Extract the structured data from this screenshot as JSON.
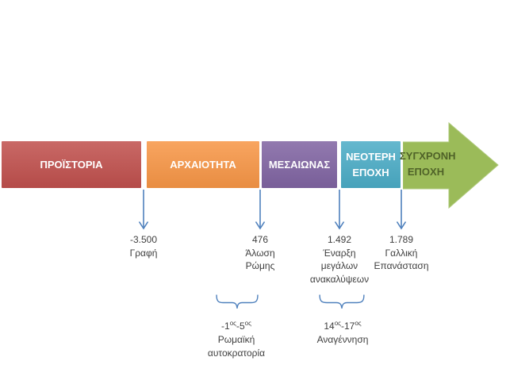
{
  "slide": {
    "background_color": "#ffffff"
  },
  "timeline": {
    "segments": [
      {
        "label": "ΠΡΟΪΣΤΟΡΙΑ",
        "color": "#C0504D",
        "text_color": "#ffffff"
      },
      {
        "label": "ΑΡΧΑΙΟΤΗΤΑ",
        "color": "#F79646",
        "text_color": "#ffffff"
      },
      {
        "label": "ΜΕΣΑΙΩΝΑΣ",
        "color": "#8064A2",
        "text_color": "#ffffff"
      },
      {
        "label": "ΝΕΟΤΕΡΗ\nΕΠΟΧΗ",
        "color": "#4BACC6",
        "text_color": "#ffffff"
      },
      {
        "label": "ΣΥΓΧΡΟΝΗ\nΕΠΟΧΗ",
        "color": "#9BBB59",
        "text_color": "#4F6228"
      }
    ]
  },
  "events": [
    {
      "text": "-3.500\nΓραφή"
    },
    {
      "text": "476\nΆλωση\nΡώμης"
    },
    {
      "text": "1.492\nΈναρξη\nμεγάλων\nανακαλύψεων"
    },
    {
      "text": "1.789\nΓαλλική\nΕπανάσταση"
    }
  ],
  "periods": [
    {
      "range_parts": [
        "-1",
        "ος",
        "-5",
        "ος"
      ],
      "name": "Ρωμαϊκή\nαυτοκρατορία"
    },
    {
      "range_parts": [
        "14",
        "ος",
        "-17",
        "ος"
      ],
      "name": "Αναγέννηση"
    }
  ],
  "colors": {
    "marker_blue": "#4F81BD",
    "label_text": "#404040",
    "era_arrow_green": "#9BBB59",
    "era_arrow_text": "#4F6228"
  }
}
